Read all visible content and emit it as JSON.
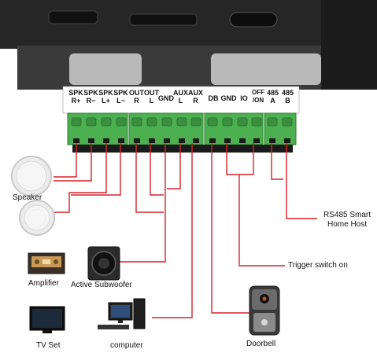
{
  "terminals": [
    {
      "id": "spk-r-plus",
      "line1": "SPK",
      "line2": "R+"
    },
    {
      "id": "spk-r-minus",
      "line1": "SPK",
      "line2": "R−"
    },
    {
      "id": "spk-l-plus",
      "line1": "SPK",
      "line2": "L+"
    },
    {
      "id": "spk-l-minus",
      "line1": "SPK",
      "line2": "L−"
    },
    {
      "id": "out-r",
      "line1": "OUT",
      "line2": "R"
    },
    {
      "id": "out-l",
      "line1": "OUT",
      "line2": "L"
    },
    {
      "id": "gnd-1",
      "line1": "GND",
      "line2": ""
    },
    {
      "id": "aux-l",
      "line1": "AUX",
      "line2": "L"
    },
    {
      "id": "aux-r",
      "line1": "AUX",
      "line2": "R"
    },
    {
      "id": "db",
      "line1": "DB",
      "line2": ""
    },
    {
      "id": "gnd-2",
      "line1": "GND",
      "line2": ""
    },
    {
      "id": "io",
      "line1": "IO",
      "line2": ""
    },
    {
      "id": "off-on",
      "line1": "OFF",
      "line2": "/ON"
    },
    {
      "id": "rs485-a",
      "line1": "485",
      "line2": "A"
    },
    {
      "id": "rs485-b",
      "line1": "485",
      "line2": "B"
    }
  ],
  "devices": {
    "speaker": "Speaker",
    "amplifier": "Amplifier",
    "subwoofer": "Active Subwoofer",
    "tv": "TV Set",
    "computer": "computer",
    "doorbell": "Doorbell"
  },
  "targets": {
    "rs485_line1": "RS485 Smart",
    "rs485_line2": "Home Host",
    "trigger": "Trigger switch on"
  },
  "colors": {
    "wire": "#d4232a",
    "terminal_green": "#4caf50",
    "panel": "#2a2a2a"
  }
}
